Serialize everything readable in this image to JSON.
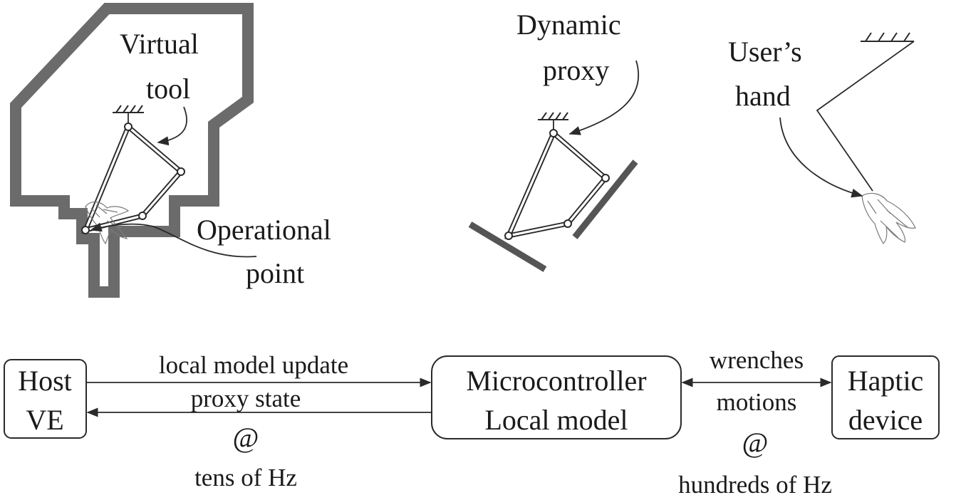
{
  "top_panel": {
    "virtual_tool": {
      "line1": "Virtual",
      "line2": "tool"
    },
    "operational_point": {
      "line1": "Operational",
      "line2": "point"
    },
    "dynamic_proxy": {
      "line1": "Dynamic",
      "line2": "proxy"
    },
    "users_hand": {
      "line1": "User’s",
      "line2": "hand"
    }
  },
  "bottom_panel": {
    "host_box": {
      "line1": "Host",
      "line2": "VE"
    },
    "micro_box": {
      "line1": "Microcontroller",
      "line2": "Local model"
    },
    "haptic_box": {
      "line1": "Haptic",
      "line2": "device"
    },
    "host_micro": {
      "forward_label": "local model update",
      "backward_label": "proxy state",
      "at_symbol": "@",
      "rate": "tens of Hz"
    },
    "micro_haptic": {
      "label1": "wrenches",
      "label2": "motions",
      "at_symbol": "@",
      "rate": "hundreds of Hz"
    }
  },
  "colors": {
    "ink": "#1a1a1a",
    "wall_gray": "#6b6b6b",
    "background": "#ffffff"
  }
}
